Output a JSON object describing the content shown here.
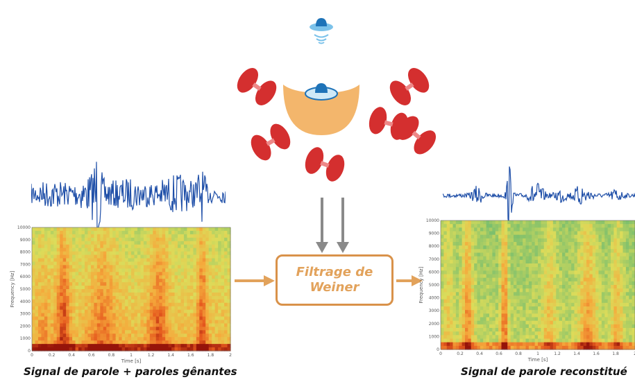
{
  "filter": {
    "line1": "Filtrage de",
    "line2": "Weiner"
  },
  "left_panel": {
    "caption": "Signal de parole + paroles gênantes",
    "ylabel": "Frequency [Hz]",
    "xlabel": "Time [s]",
    "yticks": [
      "10000",
      "9000",
      "8000",
      "7000",
      "6000",
      "5000",
      "4000",
      "3000",
      "2000",
      "1000",
      "0"
    ],
    "xticks": [
      "0",
      "0.2",
      "0.4",
      "0.6",
      "0.8",
      "1",
      "1.2",
      "1.4",
      "1.6",
      "1.8",
      "2"
    ]
  },
  "right_panel": {
    "caption": "Signal de parole reconstitué",
    "ylabel": "Frequency [Hz]",
    "xlabel": "Time [s]",
    "yticks": [
      "10000",
      "9000",
      "8000",
      "7000",
      "6000",
      "5000",
      "4000",
      "3000",
      "2000",
      "1000",
      "0"
    ],
    "xticks": [
      "0",
      "0.2",
      "0.4",
      "0.6",
      "0.8",
      "1",
      "1.2",
      "1.4",
      "1.6",
      "1.8",
      "2"
    ]
  },
  "icons": {
    "listener": "listener-head-icon",
    "target_speaker": "target-speaker-icon",
    "interferer": "interfering-speaker-icon"
  },
  "colors": {
    "waveform": "#1f4fa8",
    "arrow_orange": "#e2a25b",
    "arrow_gray": "#8a8a8a",
    "speaker_red": "#d42f2f",
    "listener_body": "#f3b66c",
    "head_blue": "#1e73b8"
  }
}
